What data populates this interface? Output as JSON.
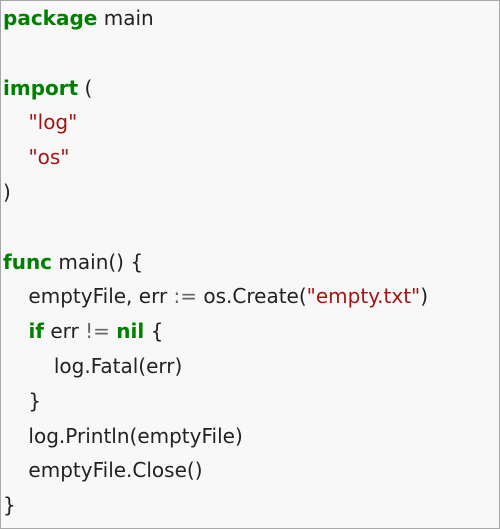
{
  "code": {
    "lines": [
      [
        {
          "t": "kw",
          "v": "package"
        },
        {
          "t": "txt",
          "v": " main"
        }
      ],
      [],
      [
        {
          "t": "kw",
          "v": "import"
        },
        {
          "t": "txt",
          "v": " ("
        }
      ],
      [
        {
          "t": "txt",
          "v": "    "
        },
        {
          "t": "str",
          "v": "\"log\""
        }
      ],
      [
        {
          "t": "txt",
          "v": "    "
        },
        {
          "t": "str",
          "v": "\"os\""
        }
      ],
      [
        {
          "t": "txt",
          "v": ")"
        }
      ],
      [],
      [
        {
          "t": "kw",
          "v": "func"
        },
        {
          "t": "txt",
          "v": " main() {"
        }
      ],
      [
        {
          "t": "txt",
          "v": "    emptyFile, err "
        },
        {
          "t": "op",
          "v": ":="
        },
        {
          "t": "txt",
          "v": " os.Create("
        },
        {
          "t": "str",
          "v": "\"empty.txt\""
        },
        {
          "t": "txt",
          "v": ")"
        }
      ],
      [
        {
          "t": "txt",
          "v": "    "
        },
        {
          "t": "kw",
          "v": "if"
        },
        {
          "t": "txt",
          "v": " err "
        },
        {
          "t": "op",
          "v": "!="
        },
        {
          "t": "txt",
          "v": " "
        },
        {
          "t": "kw",
          "v": "nil"
        },
        {
          "t": "txt",
          "v": " {"
        }
      ],
      [
        {
          "t": "txt",
          "v": "        log.Fatal(err)"
        }
      ],
      [
        {
          "t": "txt",
          "v": "    }"
        }
      ],
      [
        {
          "t": "txt",
          "v": "    log.Println(emptyFile)"
        }
      ],
      [
        {
          "t": "txt",
          "v": "    emptyFile.Close()"
        }
      ],
      [
        {
          "t": "txt",
          "v": "}"
        }
      ]
    ]
  }
}
